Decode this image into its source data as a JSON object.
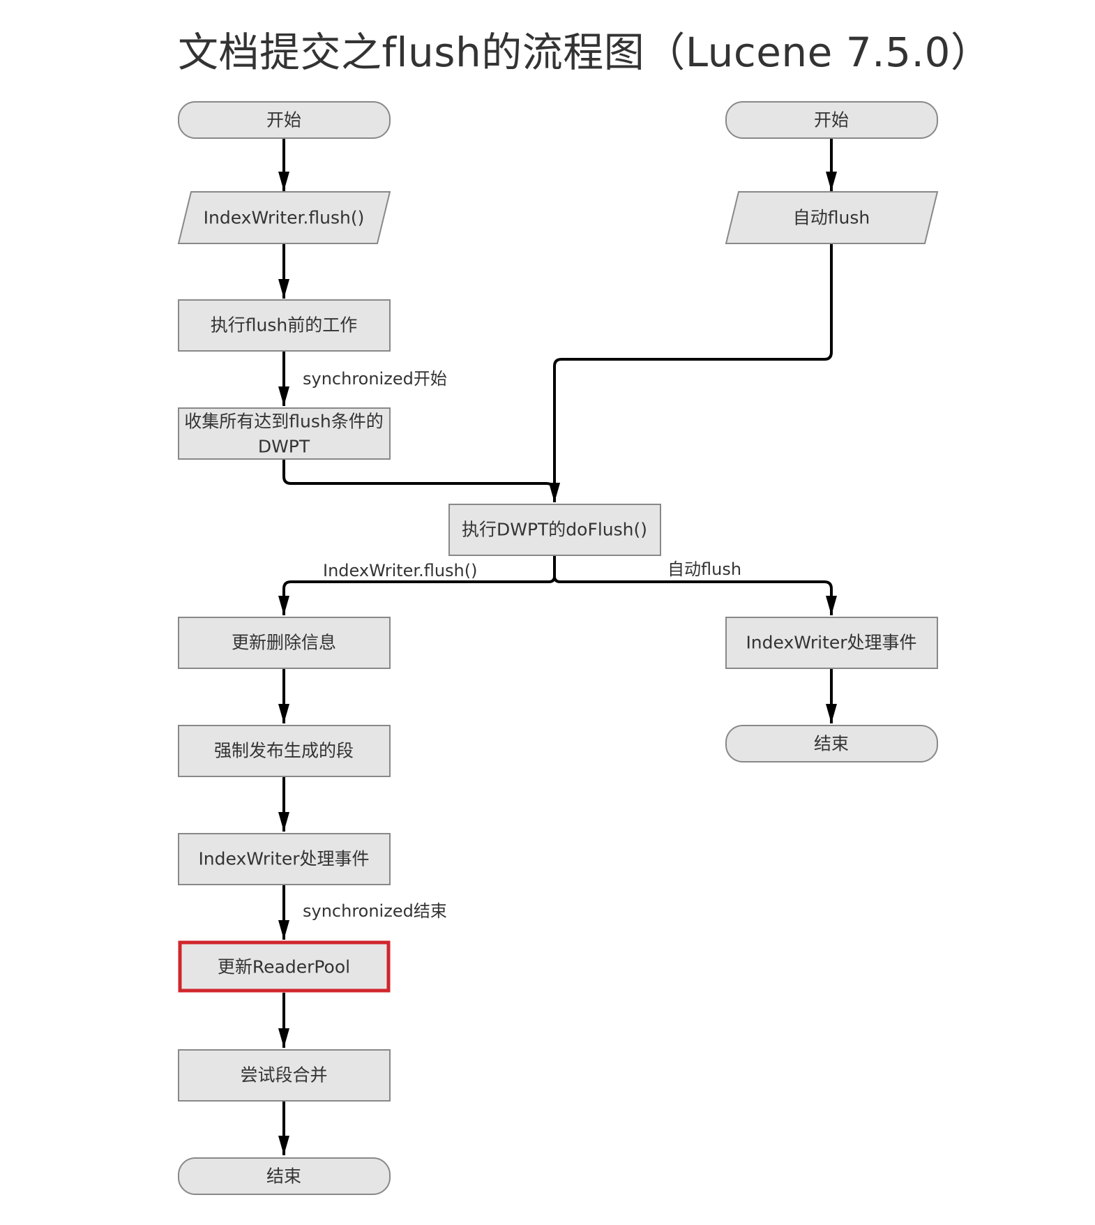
{
  "title": "文档提交之flush的流程图（Lucene 7.5.0）",
  "colors": {
    "node_fill": "#e5e5e5",
    "node_stroke": "#888888",
    "highlight_stroke": "#d0262c",
    "edge": "#000000",
    "text": "#333333"
  },
  "nodes": {
    "start_left": "开始",
    "start_right": "开始",
    "flush_manual": "IndexWriter.flush()",
    "flush_auto": "自动flush",
    "pre_flush": "执行flush前的工作",
    "collect_line1": "收集所有达到flush条件的",
    "collect_line2": "DWPT",
    "do_flush": "执行DWPT的doFlush()",
    "update_deletes": "更新删除信息",
    "force_publish": "强制发布生成的段",
    "process_events_left": "IndexWriter处理事件",
    "update_reader_pool": "更新ReaderPool",
    "try_merge": "尝试段合并",
    "end_left": "结束",
    "process_events_right": "IndexWriter处理事件",
    "end_right": "结束"
  },
  "edge_labels": {
    "sync_start": "synchronized开始",
    "sync_end": "synchronized结束",
    "branch_manual": "IndexWriter.flush()",
    "branch_auto": "自动flush"
  }
}
